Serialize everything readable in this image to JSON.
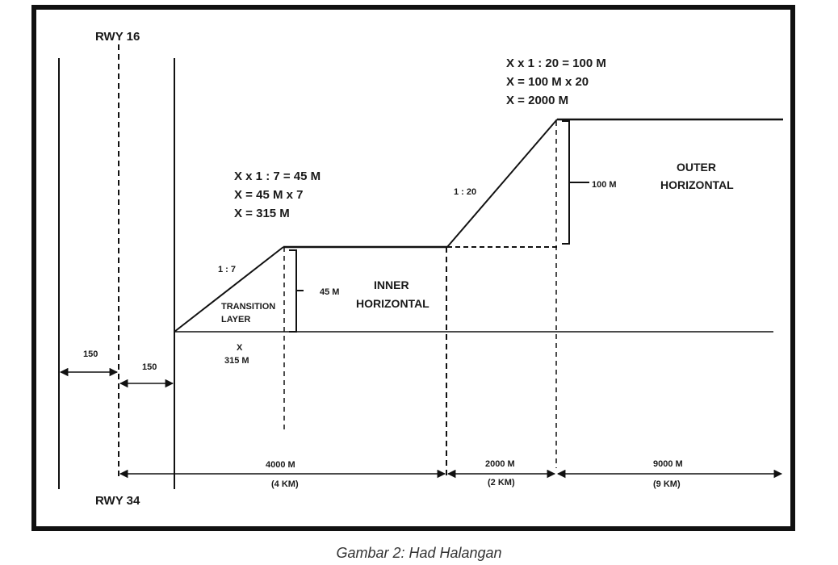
{
  "diagram": {
    "runway_top": "RWY 16",
    "runway_bottom": "RWY 34",
    "dim_150_left": "150",
    "dim_150_right": "150",
    "transition": {
      "eq_line1": "X x 1 : 7 = 45 M",
      "eq_line2": "X = 45 M x 7",
      "eq_line3": "X = 315 M",
      "slope": "1 : 7",
      "layer_line1": "TRANSITION",
      "layer_line2": "LAYER",
      "height": "45 M",
      "x_label": "X",
      "x_value": "315 M"
    },
    "inner": {
      "line1": "INNER",
      "line2": "HORIZONTAL"
    },
    "conical": {
      "eq_line1": "X x 1 : 20 = 100 M",
      "eq_line2": "X = 100 M x 20",
      "eq_line3": "X = 2000 M",
      "slope": "1 : 20",
      "height": "100 M"
    },
    "outer": {
      "line1": "OUTER",
      "line2": "HORIZONTAL"
    },
    "distances": [
      {
        "value": "4000 M",
        "km": "(4 KM)"
      },
      {
        "value": "2000 M",
        "km": "(2 KM)"
      },
      {
        "value": "9000 M",
        "km": "(9 KM)"
      }
    ]
  },
  "caption": "Gambar 2: Had Halangan"
}
